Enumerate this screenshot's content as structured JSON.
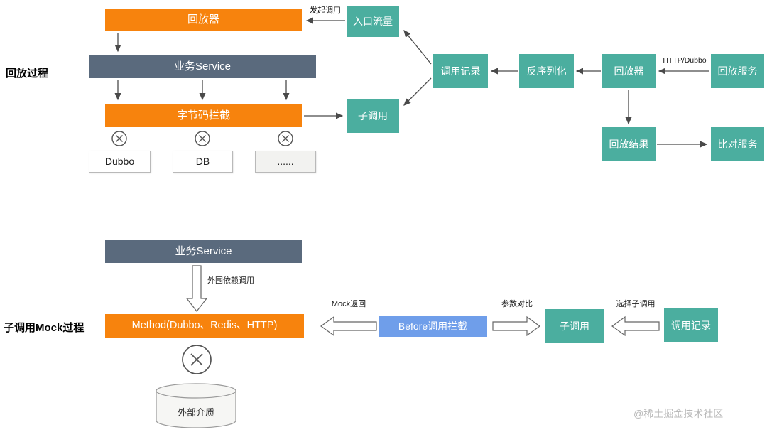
{
  "watermark": "@稀土掘金技术社区",
  "colors": {
    "orange": "#F7830D",
    "slate": "#5A6A7D",
    "teal": "#4BAE9F",
    "blue": "#6F9EEA"
  },
  "playback": {
    "section_label": "回放过程",
    "replayer_top": "回放器",
    "initiate_call_label": "发起调用",
    "entry_traffic": "入口流量",
    "business_service": "业务Service",
    "bytecode_intercept": "字节码拦截",
    "dubbo": "Dubbo",
    "db": "DB",
    "ellipsis": "......",
    "sub_call": "子调用",
    "call_record": "调用记录",
    "deserialize": "反序列化",
    "replayer_right": "回放器",
    "http_dubbo_label": "HTTP/Dubbo",
    "replay_service": "回放服务",
    "replay_result": "回放结果",
    "compare_service": "比对服务"
  },
  "mock": {
    "section_label": "子调用Mock过程",
    "business_service": "业务Service",
    "peripheral_call_label": "外围依赖调用",
    "method": "Method(Dubbo、Redis、HTTP)",
    "mock_return_label": "Mock返回",
    "before_intercept": "Before调用拦截",
    "param_compare_label": "参数对比",
    "sub_call": "子调用",
    "select_sub_call_label": "选择子调用",
    "call_record": "调用记录",
    "external_medium": "外部介质"
  }
}
